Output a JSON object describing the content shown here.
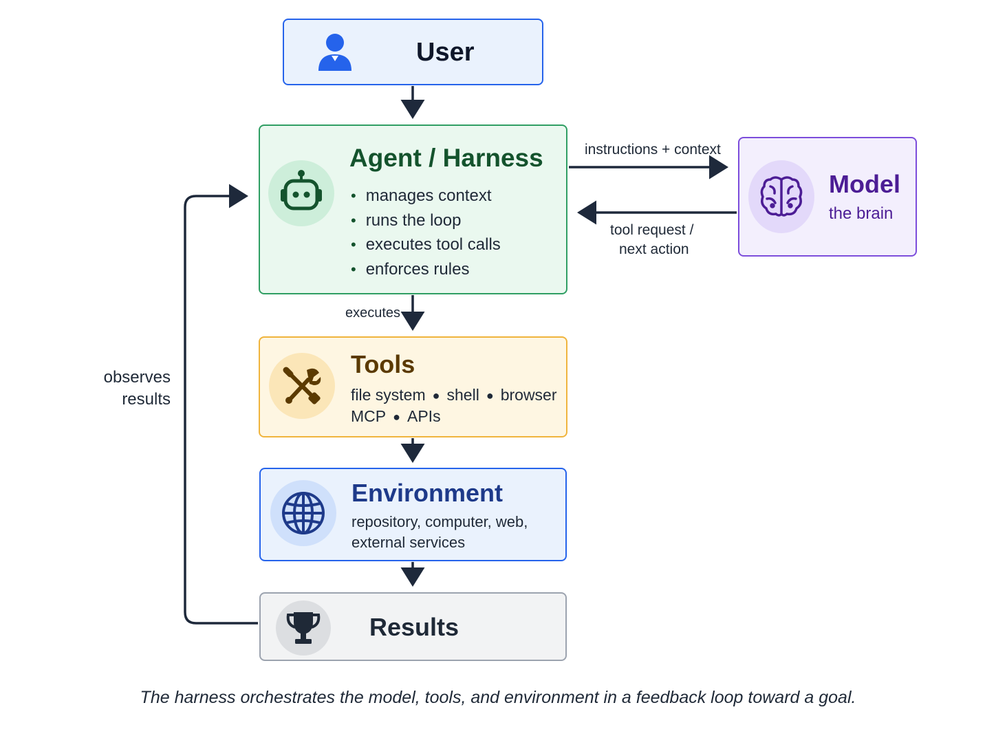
{
  "user": {
    "title": "User",
    "icon": "user-icon"
  },
  "agent": {
    "title": "Agent / Harness",
    "icon": "robot-icon",
    "bullets": [
      "manages context",
      "runs the loop",
      "executes tool calls",
      "enforces rules"
    ]
  },
  "model": {
    "title": "Model",
    "subtitle": "the brain",
    "icon": "brain-icon"
  },
  "tools": {
    "title": "Tools",
    "icon": "wrench-screwdriver-icon",
    "line1": [
      "file system",
      "shell",
      "browser"
    ],
    "line2": [
      "MCP",
      "APIs"
    ]
  },
  "environment": {
    "title": "Environment",
    "icon": "globe-icon",
    "line1": "repository, computer, web,",
    "line2": "external services"
  },
  "results": {
    "title": "Results",
    "icon": "trophy-icon"
  },
  "edges": {
    "agent_to_model": "instructions + context",
    "model_to_agent_line1": "tool request /",
    "model_to_agent_line2": "next action",
    "agent_to_tools": "executes",
    "feedback_line1": "observes",
    "feedback_line2": "results"
  },
  "caption": "The harness orchestrates the model, tools, and environment in a feedback loop toward a goal.",
  "colors": {
    "arrow": "#1e293b",
    "user": "#2563eb",
    "agent": "#2f9e63",
    "model": "#7c4ddb",
    "tools": "#f0b43c",
    "environment": "#2563eb",
    "results": "#9ca3af"
  }
}
